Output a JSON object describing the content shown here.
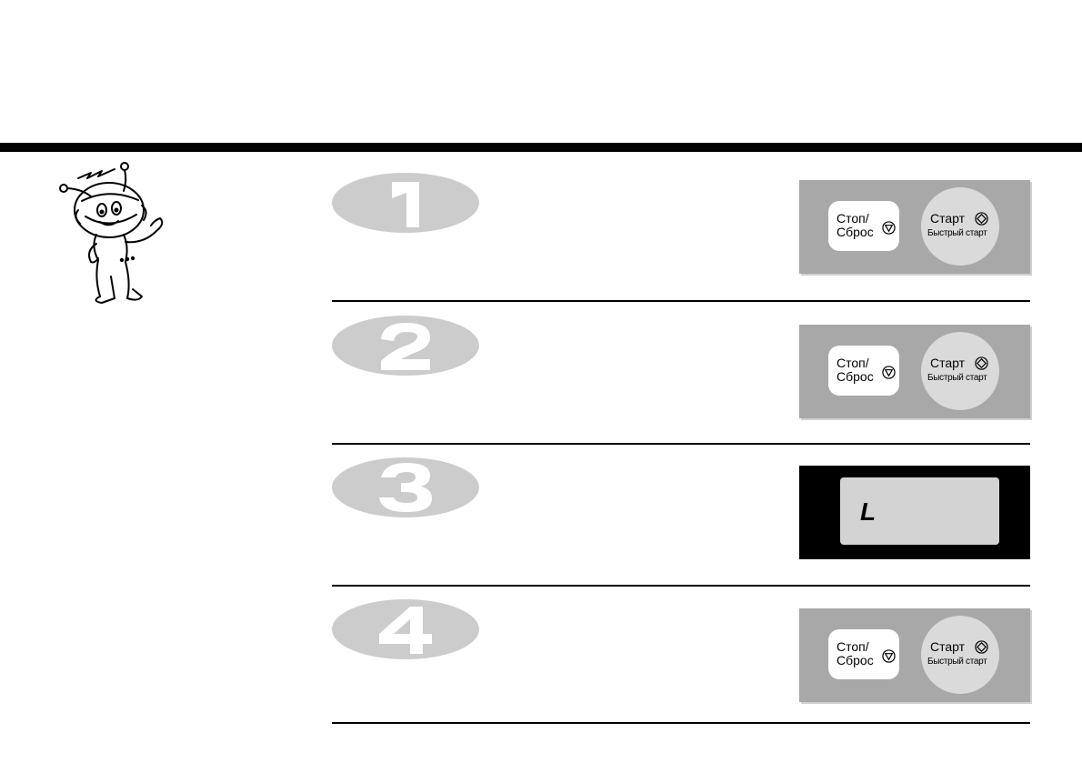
{
  "buttons": {
    "stop_label_line1": "Стоп/",
    "stop_label_line2": "Сброс",
    "start_label": "Старт",
    "start_sublabel": "Быстрый старт"
  },
  "steps": [
    {
      "number": "1",
      "panel": "keypad"
    },
    {
      "number": "2",
      "panel": "keypad"
    },
    {
      "number": "3",
      "panel": "display",
      "display_text": "L"
    },
    {
      "number": "4",
      "panel": "keypad"
    }
  ],
  "icons": {
    "mascot": "robot-mascot-icon",
    "stop": "stop-triangle-icon",
    "start": "start-diamond-icon"
  },
  "colors": {
    "keypad_panel": "#a8a8a8",
    "display_panel": "#000000",
    "lcd_screen": "#d3d3d3",
    "step_badge": "#cccccc"
  }
}
